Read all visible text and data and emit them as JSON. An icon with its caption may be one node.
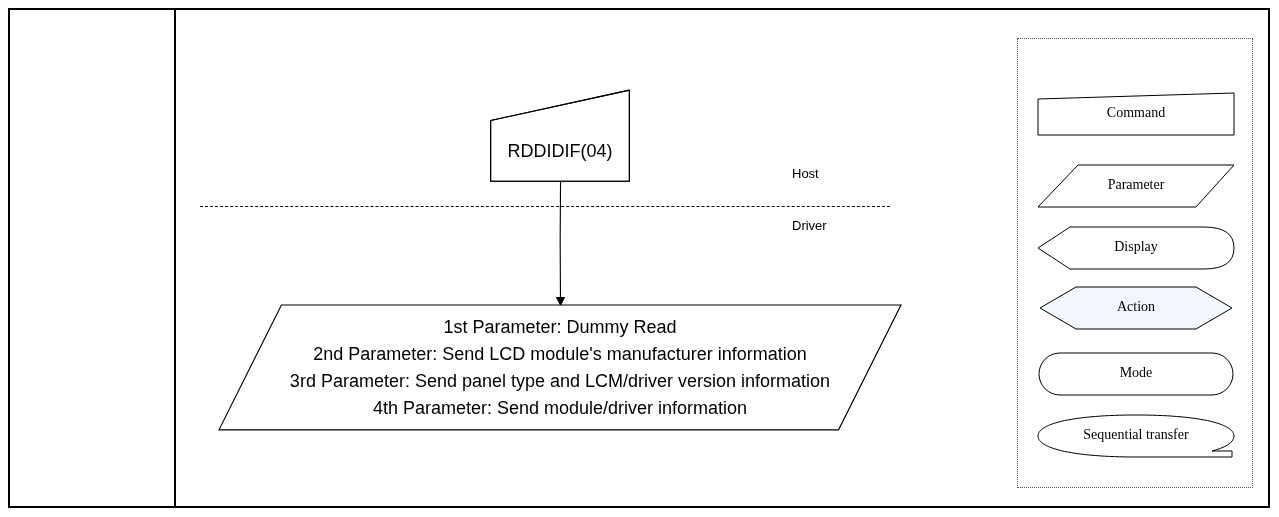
{
  "diagram": {
    "nodes": [
      {
        "text": [
          "RDDIDIF(04)"
        ]
      },
      {
        "text": [
          "1st Parameter: Dummy Read",
          "2nd Parameter: Send LCD module's manufacturer information",
          "3rd Parameter: Send panel type and LCM/driver version information",
          "4th Parameter: Send module/driver information"
        ]
      }
    ],
    "edges": [
      {
        "from": 0,
        "to": 1,
        "arrow": "to"
      }
    ],
    "labels": [
      "Host",
      "Driver"
    ],
    "legend": [
      {
        "text": "Command"
      },
      {
        "text": "Parameter"
      },
      {
        "text": "Display"
      },
      {
        "text": "Action"
      },
      {
        "text": "Mode"
      },
      {
        "text": "Sequential transfer"
      }
    ]
  }
}
